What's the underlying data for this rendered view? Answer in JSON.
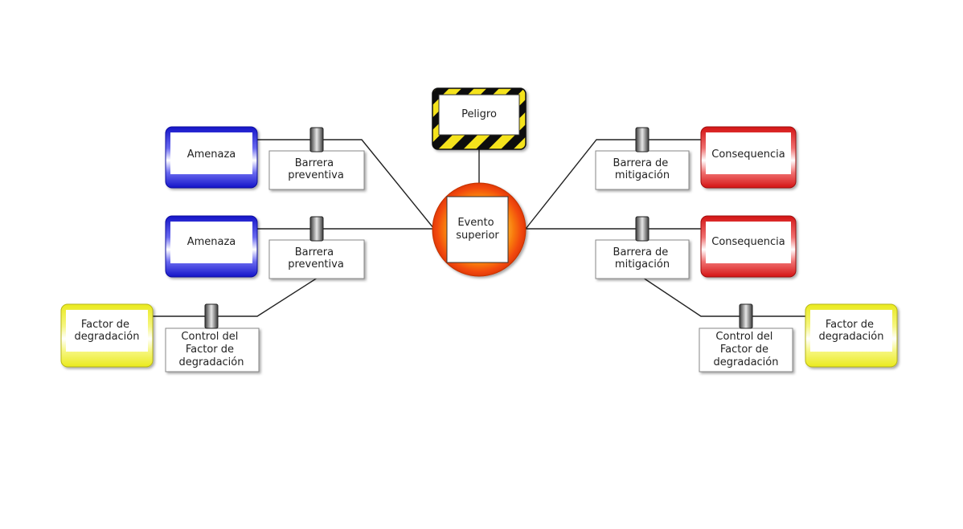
{
  "diagram": {
    "hazard": {
      "label": "Peligro"
    },
    "top_event": {
      "lines": [
        "Evento",
        "superior"
      ]
    },
    "threats": [
      {
        "label": "Amenaza"
      },
      {
        "label": "Amenaza"
      }
    ],
    "preventive_barriers": [
      {
        "lines": [
          "Barrera",
          "preventiva"
        ]
      },
      {
        "lines": [
          "Barrera",
          "preventiva"
        ]
      }
    ],
    "consequences": [
      {
        "label": "Consequencia"
      },
      {
        "label": "Consequencia"
      }
    ],
    "mitigation_barriers": [
      {
        "lines": [
          "Barrera de",
          "mitigación"
        ]
      },
      {
        "lines": [
          "Barrera de",
          "mitigación"
        ]
      }
    ],
    "escalation_factors": [
      {
        "lines": [
          "Factor de",
          "degradación"
        ]
      },
      {
        "lines": [
          "Factor de",
          "degradación"
        ]
      }
    ],
    "escalation_controls": [
      {
        "lines": [
          "Control del",
          "Factor de",
          "degradación"
        ]
      },
      {
        "lines": [
          "Control del",
          "Factor de",
          "degradación"
        ]
      }
    ],
    "colors": {
      "threat": "#2b2bd9",
      "consequence": "#e22626",
      "escalation_factor": "#f2f230",
      "top_event_outer": "#f25a0a",
      "top_event_inner": "#ffd21a",
      "hazard_stripe_a": "#111111",
      "hazard_stripe_b": "#f5e31a",
      "line": "#222222"
    }
  }
}
